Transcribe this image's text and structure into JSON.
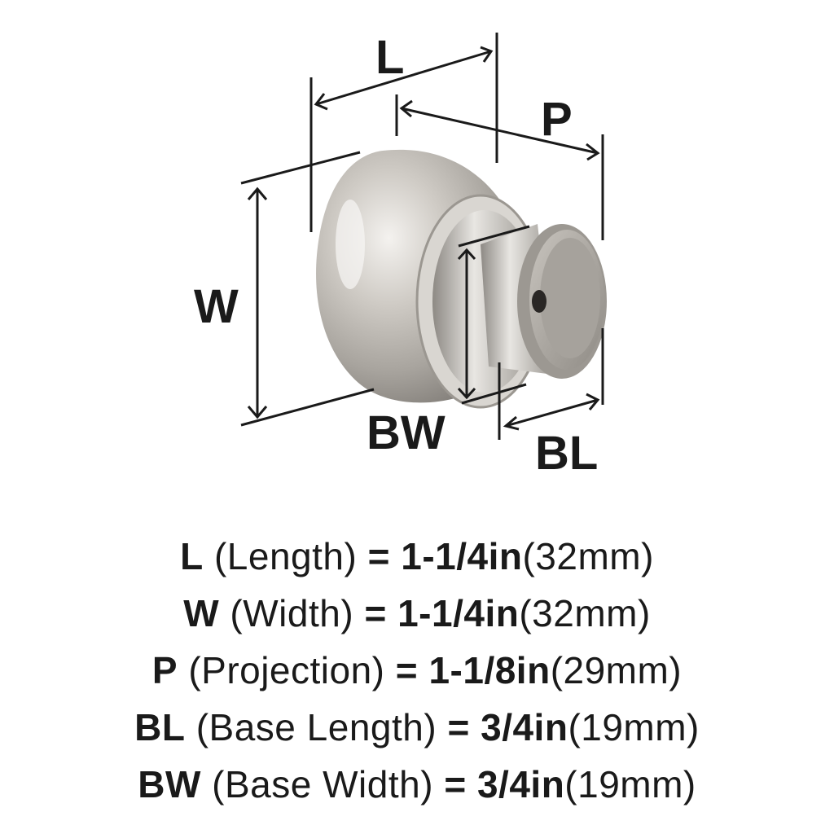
{
  "diagram": {
    "labels": {
      "L": "L",
      "P": "P",
      "W": "W",
      "BW": "BW",
      "BL": "BL"
    },
    "finish_color": "#b8b4ae",
    "line_color": "#1a1a1a"
  },
  "specs": [
    {
      "code": "L",
      "name": "(Length)",
      "eq": "=",
      "inch": "1-1/4in",
      "mm": "(32mm)"
    },
    {
      "code": "W",
      "name": "(Width)",
      "eq": "=",
      "inch": "1-1/4in",
      "mm": "(32mm)"
    },
    {
      "code": "P",
      "name": "(Projection)",
      "eq": "=",
      "inch": "1-1/8in",
      "mm": "(29mm)"
    },
    {
      "code": "BL",
      "name": "(Base Length)",
      "eq": "=",
      "inch": "3/4in",
      "mm": "(19mm)"
    },
    {
      "code": "BW",
      "name": "(Base Width)",
      "eq": "=",
      "inch": "3/4in",
      "mm": "(19mm)"
    }
  ]
}
